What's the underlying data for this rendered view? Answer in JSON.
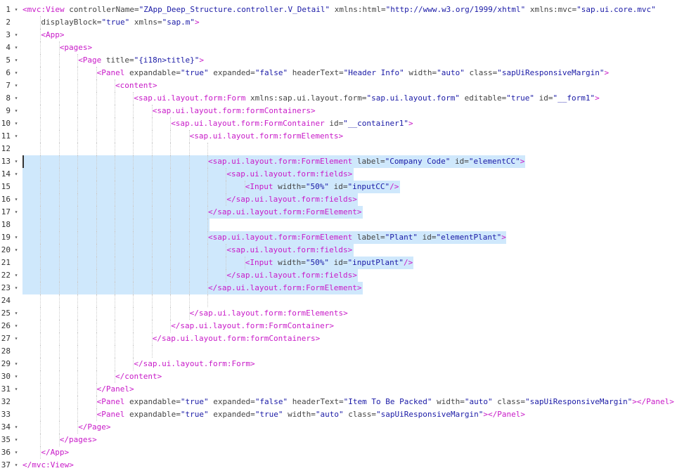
{
  "lines": [
    {
      "n": "1",
      "ind": 0,
      "fold": true,
      "tokens": [
        [
          "tag",
          "<mvc:View"
        ],
        [
          "attr",
          " controllerName="
        ],
        [
          "str",
          "\"ZApp_Deep_Structure.controller.V_Detail\""
        ],
        [
          "attr",
          " xmlns:html="
        ],
        [
          "str",
          "\"http://www.w3.org/1999/xhtml\""
        ],
        [
          "attr",
          " xmlns:mvc="
        ],
        [
          "str",
          "\"sap.ui.core.mvc\""
        ]
      ]
    },
    {
      "n": "2",
      "ind": 1,
      "fold": false,
      "tokens": [
        [
          "attr",
          "displayBlock="
        ],
        [
          "str",
          "\"true\""
        ],
        [
          "attr",
          " xmlns="
        ],
        [
          "str",
          "\"sap.m\""
        ],
        [
          "tag",
          ">"
        ]
      ]
    },
    {
      "n": "3",
      "ind": 1,
      "fold": true,
      "tokens": [
        [
          "tag",
          "<App>"
        ]
      ]
    },
    {
      "n": "4",
      "ind": 2,
      "fold": true,
      "tokens": [
        [
          "tag",
          "<pages>"
        ]
      ]
    },
    {
      "n": "5",
      "ind": 3,
      "fold": true,
      "tokens": [
        [
          "tag",
          "<Page"
        ],
        [
          "attr",
          " title="
        ],
        [
          "str",
          "\"{i18n>title}\""
        ],
        [
          "tag",
          ">"
        ]
      ]
    },
    {
      "n": "6",
      "ind": 4,
      "fold": true,
      "tokens": [
        [
          "tag",
          "<Panel"
        ],
        [
          "attr",
          " expandable="
        ],
        [
          "str",
          "\"true\""
        ],
        [
          "attr",
          " expanded="
        ],
        [
          "str",
          "\"false\""
        ],
        [
          "attr",
          " headerText="
        ],
        [
          "str",
          "\"Header Info\""
        ],
        [
          "attr",
          " width="
        ],
        [
          "str",
          "\"auto\""
        ],
        [
          "attr",
          " class="
        ],
        [
          "str",
          "\"sapUiResponsiveMargin\""
        ],
        [
          "tag",
          ">"
        ]
      ]
    },
    {
      "n": "7",
      "ind": 5,
      "fold": true,
      "tokens": [
        [
          "tag",
          "<content>"
        ]
      ]
    },
    {
      "n": "8",
      "ind": 6,
      "fold": true,
      "tokens": [
        [
          "tag",
          "<sap.ui.layout.form:Form"
        ],
        [
          "attr",
          " xmlns:sap.ui.layout.form="
        ],
        [
          "str",
          "\"sap.ui.layout.form\""
        ],
        [
          "attr",
          " editable="
        ],
        [
          "str",
          "\"true\""
        ],
        [
          "attr",
          " id="
        ],
        [
          "str",
          "\"__form1\""
        ],
        [
          "tag",
          ">"
        ]
      ]
    },
    {
      "n": "9",
      "ind": 7,
      "fold": true,
      "tokens": [
        [
          "tag",
          "<sap.ui.layout.form:formContainers>"
        ]
      ]
    },
    {
      "n": "10",
      "ind": 8,
      "fold": true,
      "tokens": [
        [
          "tag",
          "<sap.ui.layout.form:FormContainer"
        ],
        [
          "attr",
          " id="
        ],
        [
          "str",
          "\"__container1\""
        ],
        [
          "tag",
          ">"
        ]
      ]
    },
    {
      "n": "11",
      "ind": 9,
      "fold": true,
      "tokens": [
        [
          "tag",
          "<sap.ui.layout.form:formElements>"
        ]
      ]
    },
    {
      "n": "12",
      "ind": 10,
      "fold": false,
      "tokens": []
    },
    {
      "n": "13",
      "ind": 10,
      "fold": true,
      "tokens": [
        [
          "tag",
          "<sap.ui.layout.form:FormElement"
        ],
        [
          "attr",
          " label="
        ],
        [
          "str",
          "\"Company Code\""
        ],
        [
          "attr",
          " id="
        ],
        [
          "str",
          "\"elementCC\""
        ],
        [
          "tag",
          ">"
        ]
      ]
    },
    {
      "n": "14",
      "ind": 11,
      "fold": true,
      "tokens": [
        [
          "tag",
          "<sap.ui.layout.form:fields>"
        ]
      ]
    },
    {
      "n": "15",
      "ind": 12,
      "fold": false,
      "tokens": [
        [
          "tag",
          "<Input"
        ],
        [
          "attr",
          " width="
        ],
        [
          "str",
          "\"50%\""
        ],
        [
          "attr",
          " id="
        ],
        [
          "str",
          "\"inputCC\""
        ],
        [
          "tag",
          "/>"
        ]
      ]
    },
    {
      "n": "16",
      "ind": 11,
      "fold": true,
      "tokens": [
        [
          "tag",
          "</sap.ui.layout.form:fields>"
        ]
      ]
    },
    {
      "n": "17",
      "ind": 10,
      "fold": true,
      "tokens": [
        [
          "tag",
          "</sap.ui.layout.form:FormElement>"
        ]
      ]
    },
    {
      "n": "18",
      "ind": 10,
      "fold": false,
      "tokens": []
    },
    {
      "n": "19",
      "ind": 10,
      "fold": true,
      "tokens": [
        [
          "tag",
          "<sap.ui.layout.form:FormElement"
        ],
        [
          "attr",
          " label="
        ],
        [
          "str",
          "\"Plant\""
        ],
        [
          "attr",
          " id="
        ],
        [
          "str",
          "\"elementPlant\""
        ],
        [
          "tag",
          ">"
        ]
      ]
    },
    {
      "n": "20",
      "ind": 11,
      "fold": true,
      "tokens": [
        [
          "tag",
          "<sap.ui.layout.form:fields>"
        ]
      ]
    },
    {
      "n": "21",
      "ind": 12,
      "fold": false,
      "tokens": [
        [
          "tag",
          "<Input"
        ],
        [
          "attr",
          " width="
        ],
        [
          "str",
          "\"50%\""
        ],
        [
          "attr",
          " id="
        ],
        [
          "str",
          "\"inputPlant\""
        ],
        [
          "tag",
          "/>"
        ]
      ]
    },
    {
      "n": "22",
      "ind": 11,
      "fold": true,
      "tokens": [
        [
          "tag",
          "</sap.ui.layout.form:fields>"
        ]
      ]
    },
    {
      "n": "23",
      "ind": 10,
      "fold": true,
      "tokens": [
        [
          "tag",
          "</sap.ui.layout.form:FormElement>"
        ]
      ]
    },
    {
      "n": "24",
      "ind": 10,
      "fold": false,
      "tokens": []
    },
    {
      "n": "25",
      "ind": 9,
      "fold": true,
      "tokens": [
        [
          "tag",
          "</sap.ui.layout.form:formElements>"
        ]
      ]
    },
    {
      "n": "26",
      "ind": 8,
      "fold": true,
      "tokens": [
        [
          "tag",
          "</sap.ui.layout.form:FormContainer>"
        ]
      ]
    },
    {
      "n": "27",
      "ind": 7,
      "fold": true,
      "tokens": [
        [
          "tag",
          "</sap.ui.layout.form:formContainers>"
        ]
      ]
    },
    {
      "n": "28",
      "ind": 7,
      "fold": false,
      "tokens": []
    },
    {
      "n": "29",
      "ind": 6,
      "fold": true,
      "tokens": [
        [
          "tag",
          "</sap.ui.layout.form:Form>"
        ]
      ]
    },
    {
      "n": "30",
      "ind": 5,
      "fold": true,
      "tokens": [
        [
          "tag",
          "</content>"
        ]
      ]
    },
    {
      "n": "31",
      "ind": 4,
      "fold": true,
      "tokens": [
        [
          "tag",
          "</Panel>"
        ]
      ]
    },
    {
      "n": "32",
      "ind": 4,
      "fold": false,
      "tokens": [
        [
          "tag",
          "<Panel"
        ],
        [
          "attr",
          " expandable="
        ],
        [
          "str",
          "\"true\""
        ],
        [
          "attr",
          " expanded="
        ],
        [
          "str",
          "\"false\""
        ],
        [
          "attr",
          " headerText="
        ],
        [
          "str",
          "\"Item To Be Packed\""
        ],
        [
          "attr",
          " width="
        ],
        [
          "str",
          "\"auto\""
        ],
        [
          "attr",
          " class="
        ],
        [
          "str",
          "\"sapUiResponsiveMargin\""
        ],
        [
          "tag",
          "></Panel>"
        ]
      ]
    },
    {
      "n": "33",
      "ind": 4,
      "fold": false,
      "tokens": [
        [
          "tag",
          "<Panel"
        ],
        [
          "attr",
          " expandable="
        ],
        [
          "str",
          "\"true\""
        ],
        [
          "attr",
          " expanded="
        ],
        [
          "str",
          "\"true\""
        ],
        [
          "attr",
          " width="
        ],
        [
          "str",
          "\"auto\""
        ],
        [
          "attr",
          " class="
        ],
        [
          "str",
          "\"sapUiResponsiveMargin\""
        ],
        [
          "tag",
          "></Panel>"
        ]
      ]
    },
    {
      "n": "34",
      "ind": 3,
      "fold": true,
      "tokens": [
        [
          "tag",
          "</Page>"
        ]
      ]
    },
    {
      "n": "35",
      "ind": 2,
      "fold": true,
      "tokens": [
        [
          "tag",
          "</pages>"
        ]
      ]
    },
    {
      "n": "36",
      "ind": 1,
      "fold": true,
      "tokens": [
        [
          "tag",
          "</App>"
        ]
      ]
    },
    {
      "n": "37",
      "ind": 0,
      "fold": true,
      "tokens": [
        [
          "tag",
          "</mvc:View>"
        ]
      ]
    }
  ],
  "selection": {
    "from_line": 13,
    "to_line": 23
  },
  "colors": {
    "tag": "#c81ac8",
    "attr": "#444444",
    "string": "#1a1aa6",
    "selection": "#cfe8fc"
  }
}
